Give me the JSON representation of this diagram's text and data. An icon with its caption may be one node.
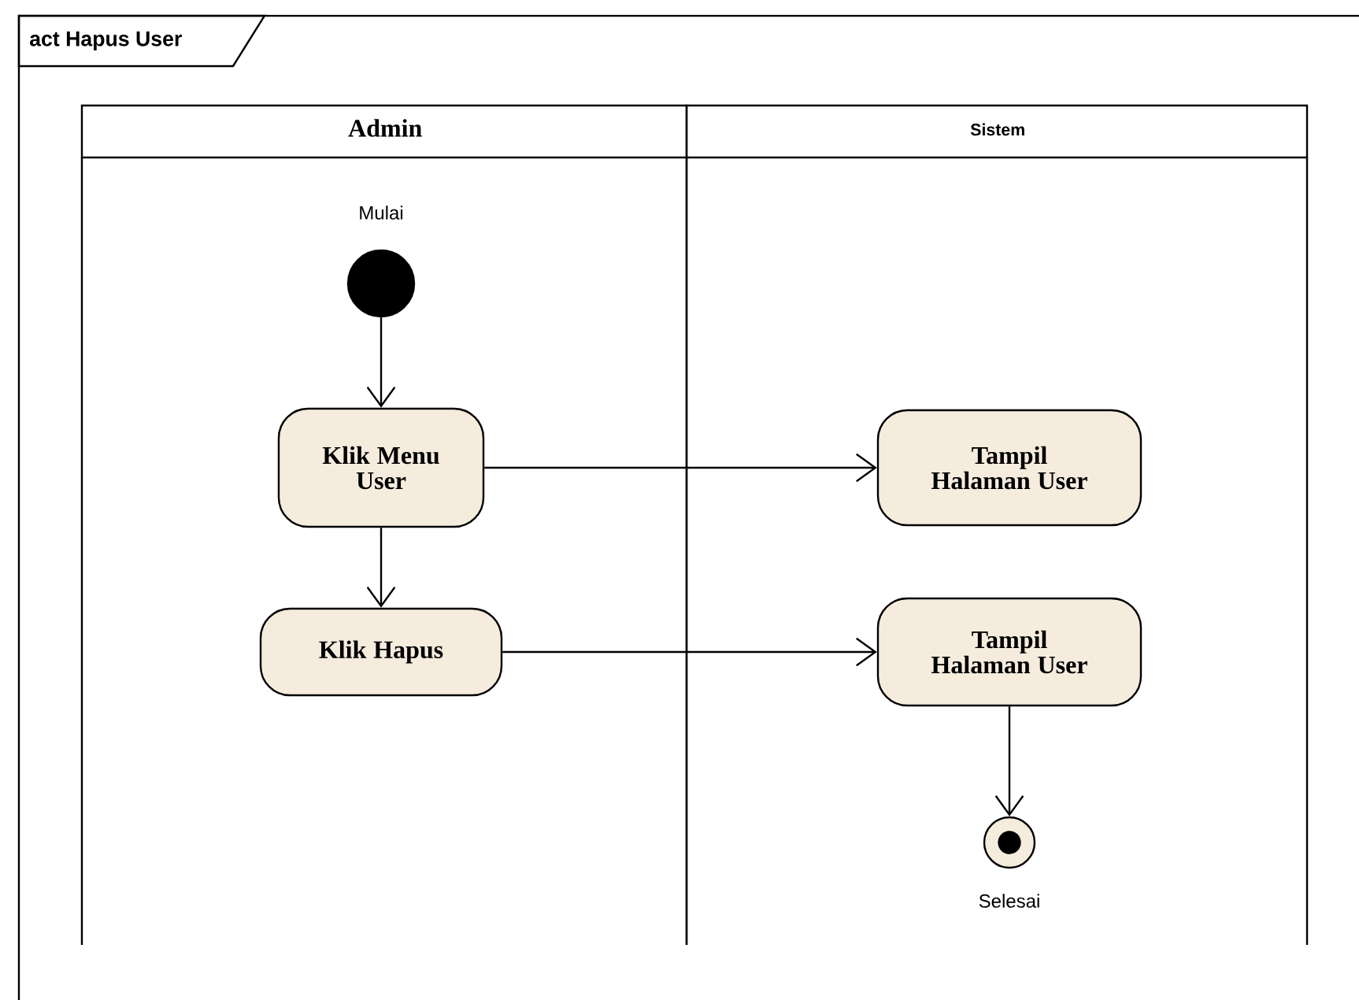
{
  "diagram": {
    "title": "act Hapus User",
    "nodes": [
      {
        "text": [
          "Admin"
        ]
      },
      {
        "text": [
          "Sistem"
        ]
      },
      {
        "text": [],
        "shape": "circle",
        "beside": [
          "Mulai"
        ],
        "in": 0
      },
      {
        "text": [
          "Klik Menu User"
        ],
        "in": 0
      },
      {
        "text": [
          "Klik Hapus"
        ],
        "in": 0
      },
      {
        "text": [
          "Tampil Halaman User"
        ],
        "in": 1
      },
      {
        "text": [
          "Tampil Halaman User"
        ],
        "in": 1
      },
      {
        "text": [],
        "shape": "bullseye",
        "beside": [
          "Selesai"
        ],
        "in": 1
      }
    ],
    "edges": [
      {
        "from": 2,
        "to": 3,
        "arrow": "to"
      },
      {
        "from": 3,
        "to": 5,
        "arrow": "to"
      },
      {
        "from": 3,
        "to": 4,
        "arrow": "to"
      },
      {
        "from": 4,
        "to": 6,
        "arrow": "to"
      },
      {
        "from": 6,
        "to": 7,
        "arrow": "to"
      }
    ]
  }
}
